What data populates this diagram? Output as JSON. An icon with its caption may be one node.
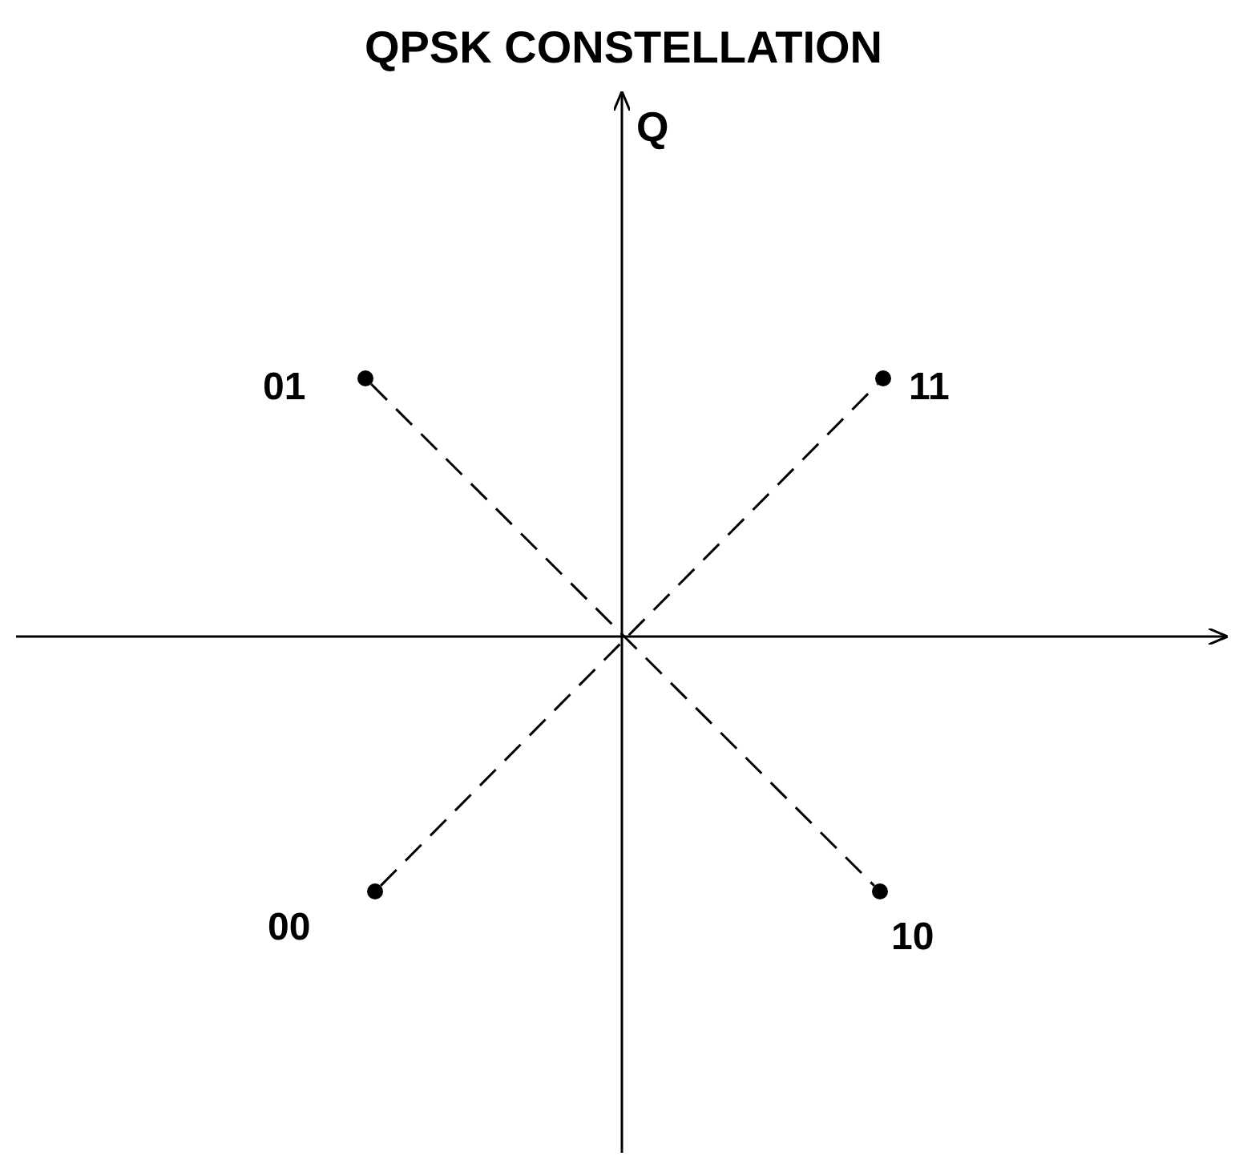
{
  "diagram": {
    "title": "QPSK CONSTELLATION",
    "nodes": [
      {
        "text": [],
        "shape": "circle",
        "beside": [
          "01"
        ]
      },
      {
        "text": [],
        "shape": "circle",
        "beside": [
          "11"
        ]
      },
      {
        "text": [],
        "shape": "circle",
        "beside": [
          "00"
        ]
      },
      {
        "text": [],
        "shape": "circle",
        "beside": [
          "10"
        ]
      }
    ],
    "edges": [
      {
        "from": 0,
        "to": 3,
        "arrow": "none",
        "style": "dashed"
      },
      {
        "from": 2,
        "to": 1,
        "arrow": "none",
        "style": "dashed"
      }
    ],
    "labels": [
      "Q"
    ]
  }
}
